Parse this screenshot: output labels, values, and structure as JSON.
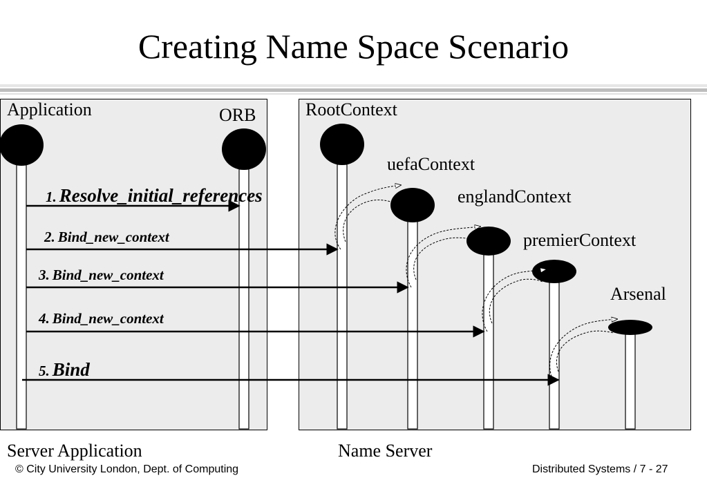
{
  "slide": {
    "title": "Creating Name Space Scenario"
  },
  "diagram": {
    "groups": {
      "server_application": "Server Application",
      "name_server": "Name Server"
    },
    "objects": {
      "application": "Application",
      "orb": "ORB",
      "root_context": "RootContext",
      "uefa_context": "uefaContext",
      "england_context": "englandContext",
      "premier_context": "premierContext",
      "arsenal": "Arsenal"
    },
    "messages": [
      {
        "num": "1.",
        "label": "Resolve_initial_references"
      },
      {
        "num": "2.",
        "label": "Bind_new_context"
      },
      {
        "num": "3.",
        "label": "Bind_new_context"
      },
      {
        "num": "4.",
        "label": "Bind_new_context"
      },
      {
        "num": "5.",
        "label": "Bind"
      }
    ]
  },
  "footer": {
    "copyright": "© City University London, Dept. of Computing",
    "course": "Distributed Systems / 7 - 27"
  }
}
